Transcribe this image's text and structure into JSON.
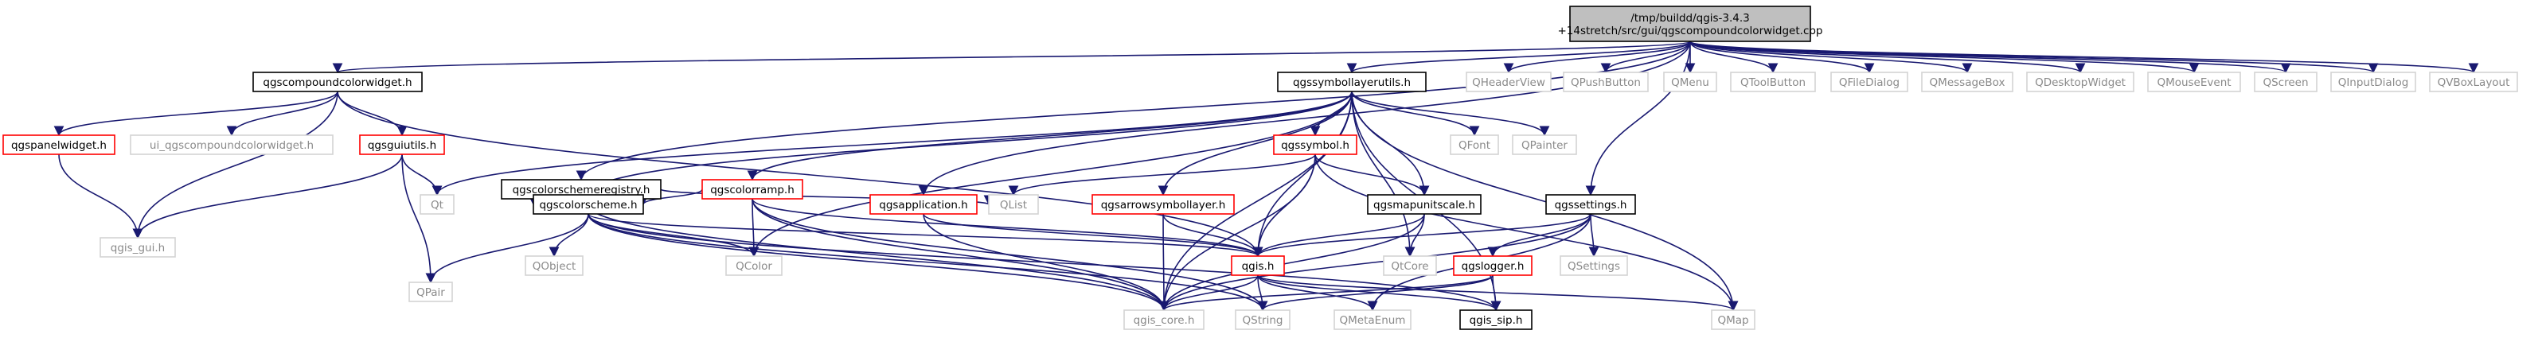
{
  "title": "/tmp/buildd/qgis-3.4.3+14stretch/src/gui/qgscompoundcolorwidget.cpp",
  "colors": {
    "edge": "#191970",
    "root_fill": "#bfbfbf",
    "root_border": "#000000",
    "documented_border": "#000000",
    "incomplete_border": "#ff0000",
    "external_text": "#8a8a8a",
    "node_fill": "#ffffff"
  },
  "nodes": {
    "root": {
      "lines": [
        "/tmp/buildd/qgis-3.4.3",
        "+14stretch/src/gui/qgscompoundcolorwidget.cpp"
      ],
      "style": "root"
    },
    "qgscompoundcolorwidget_h": {
      "lines": [
        "qgscompoundcolorwidget.h"
      ],
      "style": "documented"
    },
    "qgssymbollayerutils_h": {
      "lines": [
        "qgssymbollayerutils.h"
      ],
      "style": "documented"
    },
    "QHeaderView": {
      "lines": [
        "QHeaderView"
      ],
      "style": "external"
    },
    "QPushButton": {
      "lines": [
        "QPushButton"
      ],
      "style": "external"
    },
    "QMenu": {
      "lines": [
        "QMenu"
      ],
      "style": "external"
    },
    "QToolButton": {
      "lines": [
        "QToolButton"
      ],
      "style": "external"
    },
    "QFileDialog": {
      "lines": [
        "QFileDialog"
      ],
      "style": "external"
    },
    "QMessageBox": {
      "lines": [
        "QMessageBox"
      ],
      "style": "external"
    },
    "QDesktopWidget": {
      "lines": [
        "QDesktopWidget"
      ],
      "style": "external"
    },
    "QMouseEvent": {
      "lines": [
        "QMouseEvent"
      ],
      "style": "external"
    },
    "QScreen": {
      "lines": [
        "QScreen"
      ],
      "style": "external"
    },
    "QInputDialog": {
      "lines": [
        "QInputDialog"
      ],
      "style": "external"
    },
    "QVBoxLayout": {
      "lines": [
        "QVBoxLayout"
      ],
      "style": "external"
    },
    "qgspanelwidget_h": {
      "lines": [
        "qgspanelwidget.h"
      ],
      "style": "incomplete"
    },
    "ui_qgscompoundcolorwidget_h": {
      "lines": [
        "ui_qgscompoundcolorwidget.h"
      ],
      "style": "external"
    },
    "qgsguiutils_h": {
      "lines": [
        "qgsguiutils.h"
      ],
      "style": "incomplete"
    },
    "qgscolorschemeregistry_h": {
      "lines": [
        "qgscolorschemeregistry.h"
      ],
      "style": "documented"
    },
    "qgscolorramp_h": {
      "lines": [
        "qgscolorramp.h"
      ],
      "style": "incomplete"
    },
    "qgssymbol_h": {
      "lines": [
        "qgssymbol.h"
      ],
      "style": "incomplete"
    },
    "QFont": {
      "lines": [
        "QFont"
      ],
      "style": "external"
    },
    "QPainter": {
      "lines": [
        "QPainter"
      ],
      "style": "external"
    },
    "qgssettings_h": {
      "lines": [
        "qgssettings.h"
      ],
      "style": "documented"
    },
    "qgis_gui_h": {
      "lines": [
        "qgis_gui.h"
      ],
      "style": "external"
    },
    "Qt": {
      "lines": [
        "Qt"
      ],
      "style": "external"
    },
    "qgscolorscheme_h": {
      "lines": [
        "qgscolorscheme.h"
      ],
      "style": "documented"
    },
    "QList": {
      "lines": [
        "QList"
      ],
      "style": "external"
    },
    "qgsapplication_h": {
      "lines": [
        "qgsapplication.h"
      ],
      "style": "incomplete"
    },
    "qgsarrowsymbollayer_h": {
      "lines": [
        "qgsarrowsymbollayer.h"
      ],
      "style": "incomplete"
    },
    "qgsmapunitscale_h": {
      "lines": [
        "qgsmapunitscale.h"
      ],
      "style": "documented"
    },
    "QPair": {
      "lines": [
        "QPair"
      ],
      "style": "external"
    },
    "QObject": {
      "lines": [
        "QObject"
      ],
      "style": "external"
    },
    "QColor": {
      "lines": [
        "QColor"
      ],
      "style": "external"
    },
    "qgis_h": {
      "lines": [
        "qgis.h"
      ],
      "style": "incomplete"
    },
    "QtCore": {
      "lines": [
        "QtCore"
      ],
      "style": "external"
    },
    "QSettings": {
      "lines": [
        "QSettings"
      ],
      "style": "external"
    },
    "qgslogger_h": {
      "lines": [
        "qgslogger.h"
      ],
      "style": "incomplete"
    },
    "qgis_core_h": {
      "lines": [
        "qgis_core.h"
      ],
      "style": "external"
    },
    "QString": {
      "lines": [
        "QString"
      ],
      "style": "external"
    },
    "QMetaEnum": {
      "lines": [
        "QMetaEnum"
      ],
      "style": "external"
    },
    "qgis_sip_h": {
      "lines": [
        "qgis_sip.h"
      ],
      "style": "documented"
    },
    "QMap": {
      "lines": [
        "QMap"
      ],
      "style": "external"
    }
  },
  "edges": [
    [
      "root",
      "qgscompoundcolorwidget_h"
    ],
    [
      "root",
      "qgssymbollayerutils_h"
    ],
    [
      "root",
      "qgscolorschemeregistry_h"
    ],
    [
      "root",
      "qgsapplication_h"
    ],
    [
      "root",
      "qgssettings_h"
    ],
    [
      "root",
      "QHeaderView"
    ],
    [
      "root",
      "QPushButton"
    ],
    [
      "root",
      "QMenu"
    ],
    [
      "root",
      "QToolButton"
    ],
    [
      "root",
      "QFileDialog"
    ],
    [
      "root",
      "QMessageBox"
    ],
    [
      "root",
      "QDesktopWidget"
    ],
    [
      "root",
      "QMouseEvent"
    ],
    [
      "root",
      "QScreen"
    ],
    [
      "root",
      "QInputDialog"
    ],
    [
      "root",
      "QVBoxLayout"
    ],
    [
      "qgscompoundcolorwidget_h",
      "qgspanelwidget_h"
    ],
    [
      "qgscompoundcolorwidget_h",
      "ui_qgscompoundcolorwidget_h"
    ],
    [
      "qgscompoundcolorwidget_h",
      "qgsguiutils_h"
    ],
    [
      "qgscompoundcolorwidget_h",
      "qgis_gui_h"
    ],
    [
      "qgscompoundcolorwidget_h",
      "qgis_h"
    ],
    [
      "qgspanelwidget_h",
      "qgis_gui_h"
    ],
    [
      "qgsguiutils_h",
      "qgis_gui_h"
    ],
    [
      "qgsguiutils_h",
      "Qt"
    ],
    [
      "qgsguiutils_h",
      "QPair"
    ],
    [
      "qgssymbollayerutils_h",
      "Qt"
    ],
    [
      "qgssymbollayerutils_h",
      "qgscolorramp_h"
    ],
    [
      "qgssymbollayerutils_h",
      "qgssymbol_h"
    ],
    [
      "qgssymbollayerutils_h",
      "QFont"
    ],
    [
      "qgssymbollayerutils_h",
      "QPainter"
    ],
    [
      "qgssymbollayerutils_h",
      "qgscolorscheme_h"
    ],
    [
      "qgssymbollayerutils_h",
      "qgsarrowsymbollayer_h"
    ],
    [
      "qgssymbollayerutils_h",
      "qgsmapunitscale_h"
    ],
    [
      "qgssymbollayerutils_h",
      "QColor"
    ],
    [
      "qgssymbollayerutils_h",
      "qgis_h"
    ],
    [
      "qgssymbollayerutils_h",
      "QtCore"
    ],
    [
      "qgssymbollayerutils_h",
      "qgis_core_h"
    ],
    [
      "qgssymbollayerutils_h",
      "qgis_sip_h"
    ],
    [
      "qgssymbollayerutils_h",
      "QMap"
    ],
    [
      "qgscolorschemeregistry_h",
      "qgscolorscheme_h"
    ],
    [
      "qgscolorschemeregistry_h",
      "QList"
    ],
    [
      "qgscolorschemeregistry_h",
      "qgis_core_h"
    ],
    [
      "qgscolorramp_h",
      "qgscolorscheme_h"
    ],
    [
      "qgscolorramp_h",
      "QColor"
    ],
    [
      "qgscolorramp_h",
      "qgis_h"
    ],
    [
      "qgscolorramp_h",
      "qgis_core_h"
    ],
    [
      "qgscolorramp_h",
      "QString"
    ],
    [
      "qgssymbol_h",
      "QList"
    ],
    [
      "qgssymbol_h",
      "qgsmapunitscale_h"
    ],
    [
      "qgssymbol_h",
      "qgis_h"
    ],
    [
      "qgssymbol_h",
      "qgis_core_h"
    ],
    [
      "qgssymbol_h",
      "QMap"
    ],
    [
      "qgscolorscheme_h",
      "QPair"
    ],
    [
      "qgscolorscheme_h",
      "QObject"
    ],
    [
      "qgscolorscheme_h",
      "QColor"
    ],
    [
      "qgscolorscheme_h",
      "qgis_h"
    ],
    [
      "qgscolorscheme_h",
      "qgis_core_h"
    ],
    [
      "qgscolorscheme_h",
      "QString"
    ],
    [
      "qgscolorscheme_h",
      "qgis_sip_h"
    ],
    [
      "qgsapplication_h",
      "qgis_h"
    ],
    [
      "qgsapplication_h",
      "qgis_core_h"
    ],
    [
      "qgsarrowsymbollayer_h",
      "qgis_h"
    ],
    [
      "qgsarrowsymbollayer_h",
      "qgis_core_h"
    ],
    [
      "qgsmapunitscale_h",
      "qgis_h"
    ],
    [
      "qgsmapunitscale_h",
      "QtCore"
    ],
    [
      "qgsmapunitscale_h",
      "qgis_core_h"
    ],
    [
      "qgssettings_h",
      "QSettings"
    ],
    [
      "qgssettings_h",
      "qgslogger_h"
    ],
    [
      "qgssettings_h",
      "qgis_h"
    ],
    [
      "qgssettings_h",
      "qgis_core_h"
    ],
    [
      "qgssettings_h",
      "QMetaEnum"
    ],
    [
      "qgslogger_h",
      "qgis_core_h"
    ],
    [
      "qgslogger_h",
      "qgis_sip_h"
    ],
    [
      "qgslogger_h",
      "QString"
    ],
    [
      "qgis_h",
      "qgis_core_h"
    ],
    [
      "qgis_h",
      "QString"
    ],
    [
      "qgis_h",
      "QMetaEnum"
    ],
    [
      "qgis_h",
      "qgis_sip_h"
    ],
    [
      "qgis_h",
      "QMap"
    ]
  ]
}
